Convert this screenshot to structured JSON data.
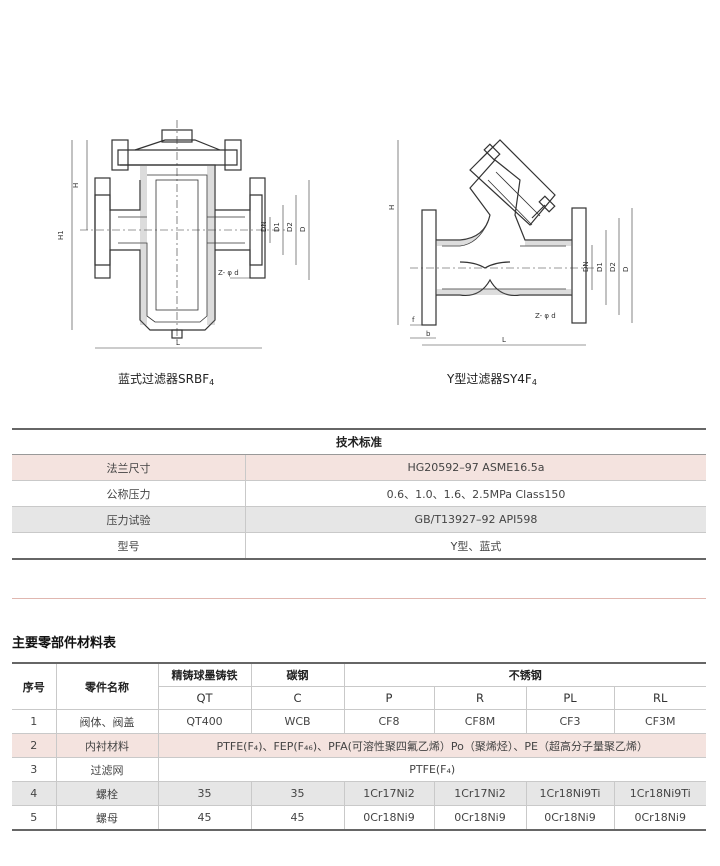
{
  "drawings": {
    "basket": {
      "caption_text": "蓝式过滤器SRBF",
      "caption_sub": "4",
      "dim_labels": [
        "H",
        "H1",
        "DN",
        "D1",
        "D2",
        "D",
        "Z- φ d",
        "L"
      ]
    },
    "y_type": {
      "caption_text": "Y型过滤器SY4F",
      "caption_sub": "4",
      "dim_labels": [
        "H",
        "DN",
        "D1",
        "D2",
        "D",
        "Z- φ d",
        "f",
        "b",
        "L"
      ]
    }
  },
  "tech_table": {
    "title": "技术标准",
    "rows": [
      {
        "label": "法兰尺寸",
        "value": "HG20592–97 ASME16.5a"
      },
      {
        "label": "公称压力",
        "value": "0.6、1.0、1.6、2.5MPa Class150"
      },
      {
        "label": "压力试验",
        "value": "GB/T13927–92 API598"
      },
      {
        "label": "型号",
        "value": "Y型、蓝式"
      }
    ]
  },
  "materials": {
    "title": "主要零部件材料表",
    "headers": {
      "seq": "序号",
      "part": "零件名称",
      "group_ductile": "精铸球墨铸铁",
      "group_carbon": "碳钢",
      "group_stainless": "不锈钢",
      "codes": [
        "QT",
        "C",
        "P",
        "R",
        "PL",
        "RL"
      ]
    },
    "rows": [
      {
        "seq": "1",
        "part": "阀体、阀盖",
        "values": [
          "QT400",
          "WCB",
          "CF8",
          "CF8M",
          "CF3",
          "CF3M"
        ]
      },
      {
        "seq": "2",
        "part": "内衬材料",
        "span": "PTFE(F₄)、FEP(F₄₆)、PFA(可溶性聚四氟乙烯）Po（聚烯烃）、PE（超高分子量聚乙烯）"
      },
      {
        "seq": "3",
        "part": "过滤网",
        "span": "PTFE(F₄)"
      },
      {
        "seq": "4",
        "part": "螺栓",
        "values": [
          "35",
          "35",
          "1Cr17Ni2",
          "1Cr17Ni2",
          "1Cr18Ni9Ti",
          "1Cr18Ni9Ti"
        ]
      },
      {
        "seq": "5",
        "part": "螺母",
        "values": [
          "45",
          "45",
          "0Cr18Ni9",
          "0Cr18Ni9",
          "0Cr18Ni9",
          "0Cr18Ni9"
        ]
      }
    ]
  }
}
